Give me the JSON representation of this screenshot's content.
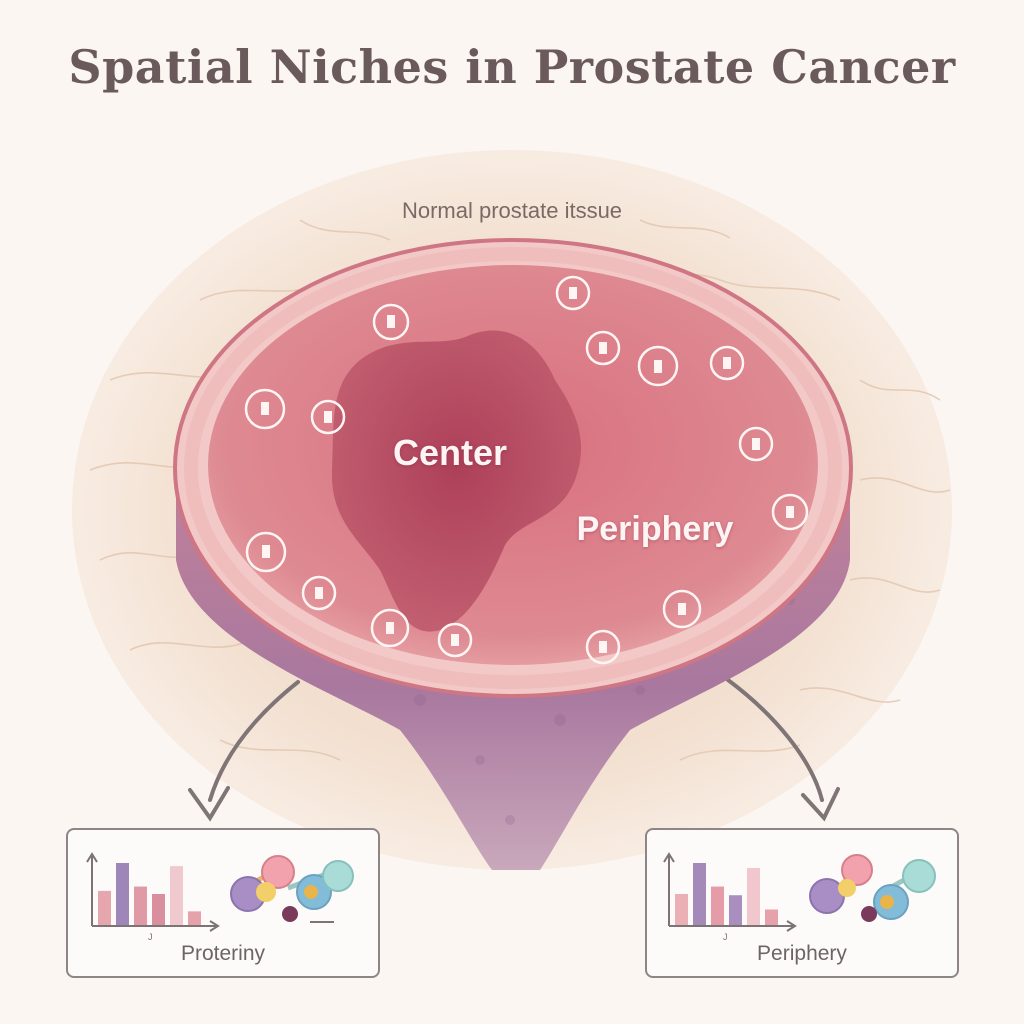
{
  "title": "Spatial Niches in Prostate Cancer",
  "tissue_label": "Normal prostate itssue",
  "center_label": "Center",
  "periphery_label": "Periphery",
  "left_panel": {
    "label": "Proteriny",
    "tick_label": "J",
    "bar_values": [
      0.55,
      1.0,
      0.62,
      0.5,
      0.95,
      0.22
    ],
    "bar_colors": [
      "#e6a6ad",
      "#9f86b8",
      "#e09aa5",
      "#d98f9e",
      "#f0c9cf",
      "#e6a2ab"
    ]
  },
  "right_panel": {
    "label": "Periphery",
    "tick_label": "J",
    "bar_values": [
      0.5,
      1.0,
      0.62,
      0.48,
      0.92,
      0.25
    ],
    "bar_colors": [
      "#eab0b6",
      "#a48ab9",
      "#e59ca8",
      "#a98fbf",
      "#f1c6cd",
      "#e6a2ab"
    ]
  },
  "colors": {
    "tumor_core": "#b0495f",
    "tissue": "#d97b86",
    "rim": "#f0c3c2",
    "side": "#a06f98",
    "arrow": "#7f7476"
  }
}
